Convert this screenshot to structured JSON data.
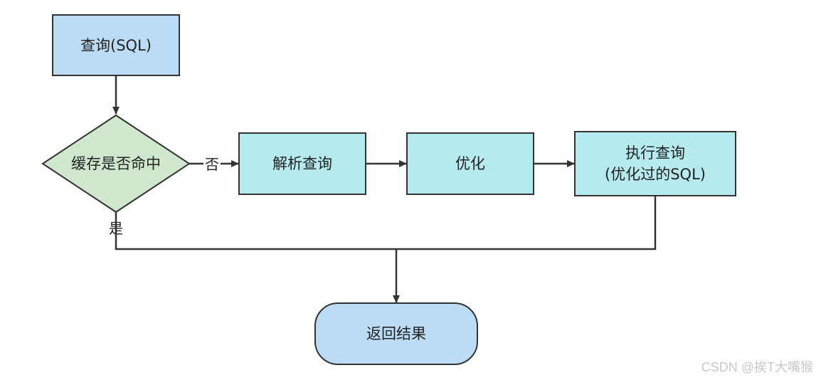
{
  "nodes": {
    "query": "查询(SQL)",
    "cache_hit": "缓存是否命中",
    "parse": "解析查询",
    "optimize": "优化",
    "execute_line1": "执行查询",
    "execute_line2": "(优化过的SQL)",
    "return": "返回结果"
  },
  "edges": {
    "no": "否",
    "yes": "是"
  },
  "colors": {
    "query_fill": "#bcdcf6",
    "decision_fill": "#cfe7cd",
    "process_fill": "#b5ebee",
    "return_fill": "#bcdcf6",
    "stroke": "#333333"
  },
  "watermark": "CSDN @挨T大嘴猴"
}
